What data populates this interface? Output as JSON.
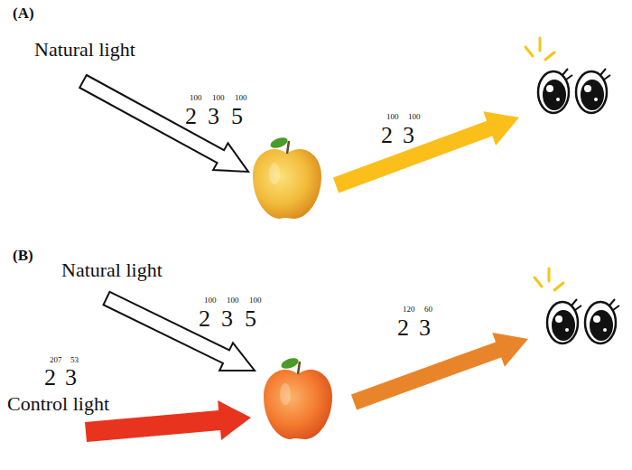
{
  "diagram": {
    "labels": [
      "(A)",
      "Natural light",
      "100",
      "100",
      "100",
      "2",
      "3",
      "5",
      "100",
      "100",
      "2",
      "3",
      "(B)",
      "Natural light",
      "100",
      "100",
      "100",
      "2",
      "3",
      "5",
      "207",
      "53",
      "2",
      "3",
      "Control light",
      "120",
      "60",
      "2",
      "3"
    ]
  }
}
